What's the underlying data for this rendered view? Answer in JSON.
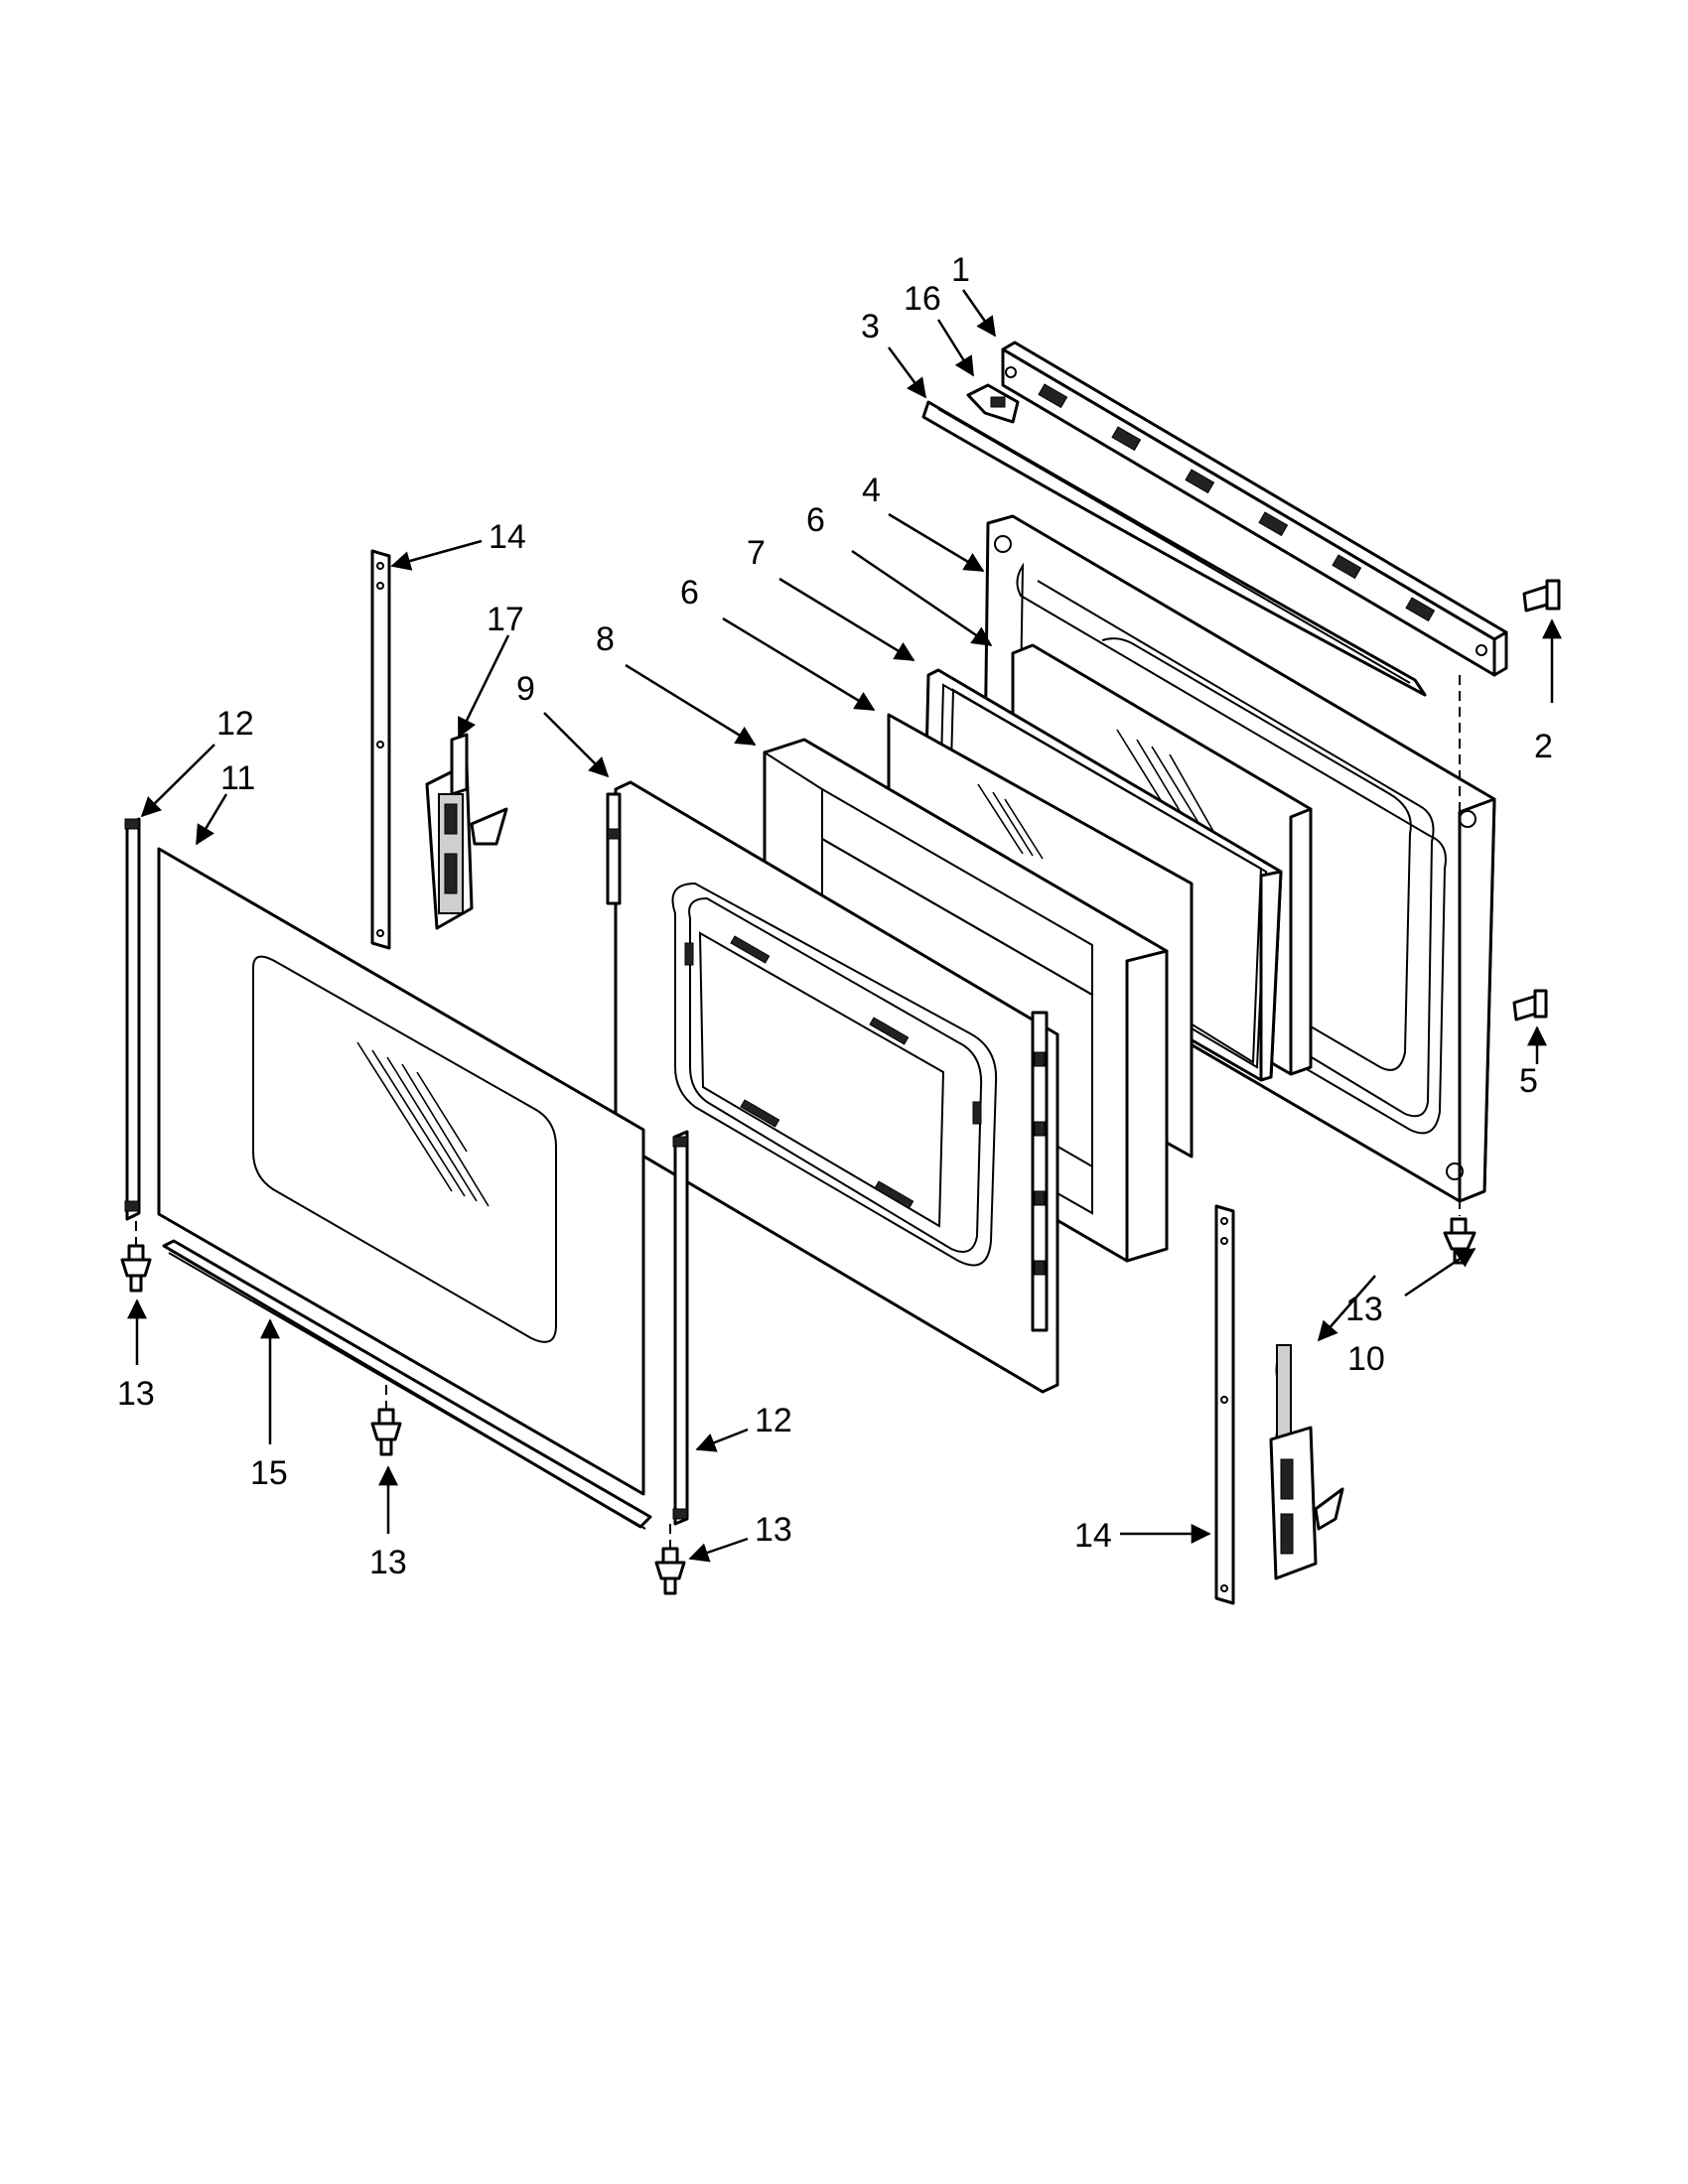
{
  "diagram": {
    "callouts": {
      "c1": "1",
      "c2": "2",
      "c3": "3",
      "c4": "4",
      "c5": "5",
      "c6a": "6",
      "c6b": "6",
      "c7": "7",
      "c8": "8",
      "c9": "9",
      "c10": "10",
      "c11": "11",
      "c12a": "12",
      "c12b": "12",
      "c13a": "13",
      "c13b": "13",
      "c13c": "13",
      "c13d": "13",
      "c14a": "14",
      "c14b": "14",
      "c15": "15",
      "c16": "16",
      "c17": "17"
    }
  }
}
